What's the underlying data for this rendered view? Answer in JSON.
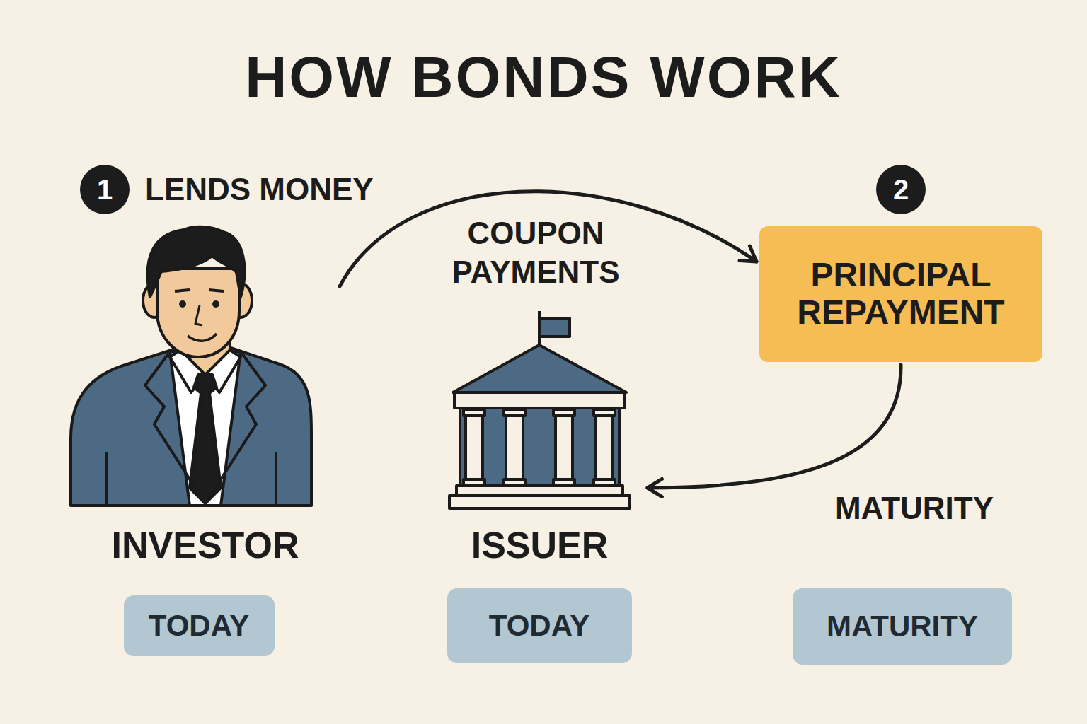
{
  "diagram": {
    "title": "HOW BONDS WORK",
    "nodes": [
      {
        "text": [
          "1"
        ]
      },
      {
        "text": [
          "2"
        ]
      },
      {
        "text": [
          "PRINCIPAL REPAYMENT"
        ]
      },
      {
        "text": [
          "INVESTOR"
        ]
      },
      {
        "text": [
          "ISSUER"
        ]
      },
      {
        "text": [
          "TODAY"
        ]
      },
      {
        "text": [
          "TODAY"
        ]
      },
      {
        "text": [
          "MATURITY"
        ]
      }
    ],
    "edges": [
      {
        "from": 3,
        "to": 2,
        "arrow": "to",
        "label": "COUPON PAYMENTS"
      },
      {
        "from": 2,
        "to": 4,
        "arrow": "to",
        "label": "MATURITY"
      }
    ],
    "labels": [
      "LENDS MONEY"
    ]
  }
}
